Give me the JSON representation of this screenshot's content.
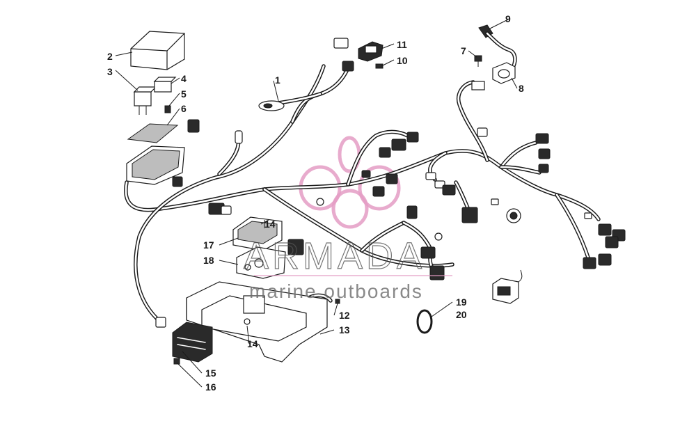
{
  "watermark": {
    "brand": "ARMADA",
    "tagline": "marine outboards",
    "logo_color": "#e49cc4"
  },
  "callouts": {
    "c1": "1",
    "c2": "2",
    "c3": "3",
    "c4": "4",
    "c5": "5",
    "c6": "6",
    "c7": "7",
    "c8": "8",
    "c9": "9",
    "c10": "10",
    "c11": "11",
    "c12": "12",
    "c13": "13",
    "c14a": "14",
    "c14b": "14",
    "c15": "15",
    "c16": "16",
    "c17": "17",
    "c18": "18",
    "c19": "19",
    "c20": "20"
  }
}
